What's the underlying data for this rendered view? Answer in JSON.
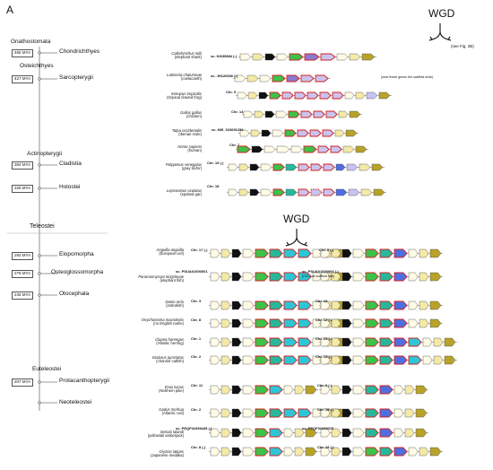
{
  "panel_label": "A",
  "top_wgd": {
    "label": "WGD",
    "note": "(see Fig. 2B)"
  },
  "mid_wgd": {
    "label": "WGD"
  },
  "groups": [
    {
      "name": "Gnathostomata"
    },
    {
      "name": "Osteichthyes"
    },
    {
      "name": "Actinopterygii"
    },
    {
      "name": "Teleostei"
    },
    {
      "name": "Euteleostei"
    }
  ],
  "clades": [
    {
      "name": "Chondrichthyes",
      "mya": "465 MYA"
    },
    {
      "name": "Sarcopterygii",
      "mya": "427 MYA"
    },
    {
      "name": "Cladistia",
      "mya": "384 MYA"
    },
    {
      "name": "Holostei",
      "mya": "328 MYA"
    },
    {
      "name": "Elopomorpha",
      "mya": "284 MYA"
    },
    {
      "name": "Osteoglossomorpha",
      "mya": "275 MYA"
    },
    {
      "name": "Otocephala",
      "mya": "245 MYA"
    },
    {
      "name": "Protacanthopterygii",
      "mya": "207 MYA"
    },
    {
      "name": "Neoteleostei",
      "mya": ""
    }
  ],
  "gene_colors": {
    "flank_white": "#fffbe6",
    "flank_yellow": "#f5e9a8",
    "flank_olive": "#b8a22a",
    "black": "#111111",
    "green": "#3cc24a",
    "teal": "#27b89a",
    "cyan": "#2ec6d6",
    "blue": "#4f6fe0",
    "purple": "#8a7ad0",
    "grey": "#cfcfcf",
    "lavender": "#c9c3ee",
    "red_outline": "#d32020"
  },
  "upper_rows": [
    {
      "species": "Callorhinchus milii",
      "common": "(elephant shark)",
      "chr": "sc. KI635884 (-)",
      "note": ""
    },
    {
      "species": "Latimeria chalumnae",
      "common": "(coelacanth)",
      "chr": "sc. JH126636 (-)",
      "note": "(near these genes the scaffold ends)"
    },
    {
      "species": "Xenopus tropicalis",
      "common": "(tropical clawed frog)",
      "chr": "Chr. 9",
      "note": ""
    },
    {
      "species": "Gallus gallus",
      "common": "(chicken)",
      "chr": "Chr. 14",
      "note": ""
    },
    {
      "species": "Talpa occidentalis",
      "common": "(Iberian mole)",
      "chr": "sc. NW_023691252",
      "note": ""
    },
    {
      "species": "Homo sapiens",
      "common": "(human)",
      "chr": "Chr. 7",
      "note": ""
    },
    {
      "species": "Polypterus senegalus",
      "common": "(gray bichir)",
      "chr": "Chr. 19 (-)",
      "note": ""
    },
    {
      "species": "Lepisosteus oculatus",
      "common": "(spotted gar)",
      "chr": "Chr. 18",
      "note": ""
    }
  ],
  "teleost_rows": [
    {
      "species": "Anguilla anguilla",
      "common": "(European eel)",
      "chr_left": "Chr. 17 (-)",
      "chr_right": "Chr. 2 (-)",
      "note_right": ""
    },
    {
      "species": "Paramormyrops kingsleyae",
      "common": "(elephant fish)",
      "chr_left": "sc. PSUA01000001",
      "chr_right": "sc. PSUA01000093 (-)",
      "note_right": "(CCL1 at scaffold end)"
    },
    {
      "species": "Danio rerio",
      "common": "(zebrafish)",
      "chr_left": "Chr. 3",
      "chr_right": "Chr. 12",
      "note_right": ""
    },
    {
      "species": "Onychostoma macrolepis",
      "common": "(no English name)",
      "chr_left": "Chr. 8",
      "chr_right": "Chr. 12 (-)",
      "note_right": ""
    },
    {
      "species": "Clupea harengus",
      "common": "(Atlantic herring)",
      "chr_left": "Chr. 1",
      "chr_right": "Chr. 23 (-)",
      "note_right": ""
    },
    {
      "species": "Ictalurus punctatus",
      "common": "(channel catfish)",
      "chr_left": "Chr. 2",
      "chr_right": "Chr. 13 (-)",
      "note_right": ""
    },
    {
      "species": "Esox lucius",
      "common": "(Northern pike)",
      "chr_left": "Chr. 11",
      "chr_right": "Chr. 9 (-)",
      "note_right": ""
    },
    {
      "species": "Gadus morhua",
      "common": "(Atlantic cod)",
      "chr_left": "Chr. 2",
      "chr_right": "Chr. 18 (-)",
      "note_right": ""
    },
    {
      "species": "Seriola lalandi",
      "common": "(yellowtail amberjack)",
      "chr_left": "sc. PEQF01099435 (-)",
      "chr_right": "sc. PEQF01099370",
      "note_right": ""
    },
    {
      "species": "Oryzias latipes",
      "common": "(Japanese medaka)",
      "chr_left": "Chr. 8 (-)",
      "chr_right": "Chr. 19 (-)",
      "note_right": ""
    }
  ]
}
